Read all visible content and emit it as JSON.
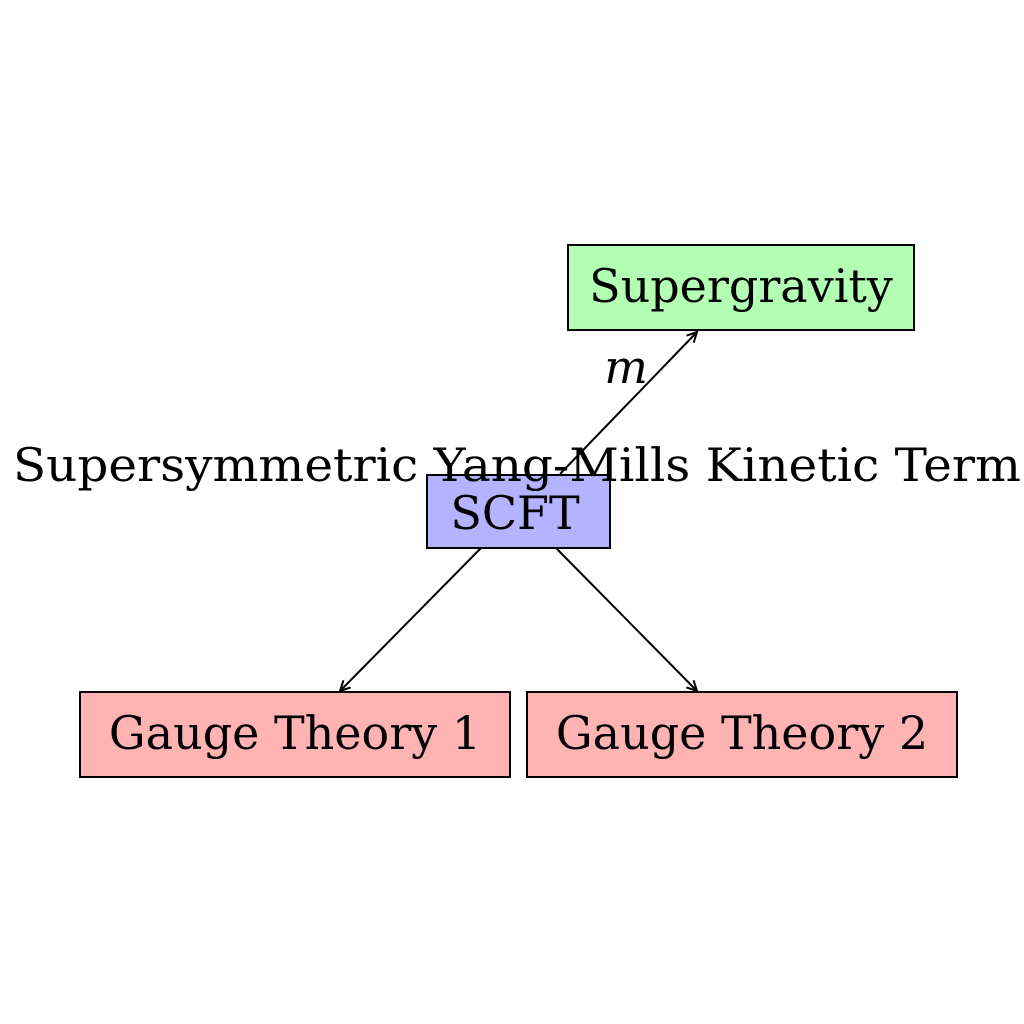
{
  "diagram": {
    "nodes": {
      "supergravity": {
        "label": "Supergravity",
        "color": "#b3ffb3"
      },
      "scft": {
        "label": "SCFT",
        "color": "#b3b3ff"
      },
      "gauge1": {
        "label": "Gauge Theory 1",
        "color": "#ffb3b3"
      },
      "gauge2": {
        "label": "Gauge Theory 2",
        "color": "#ffb3b3"
      }
    },
    "annotation": "Supersymmetric Yang-Mills Kinetic Term",
    "edges": {
      "scft_to_supergravity": {
        "label": "m"
      },
      "scft_to_gauge1": {
        "label": ""
      },
      "scft_to_gauge2": {
        "label": ""
      }
    }
  }
}
